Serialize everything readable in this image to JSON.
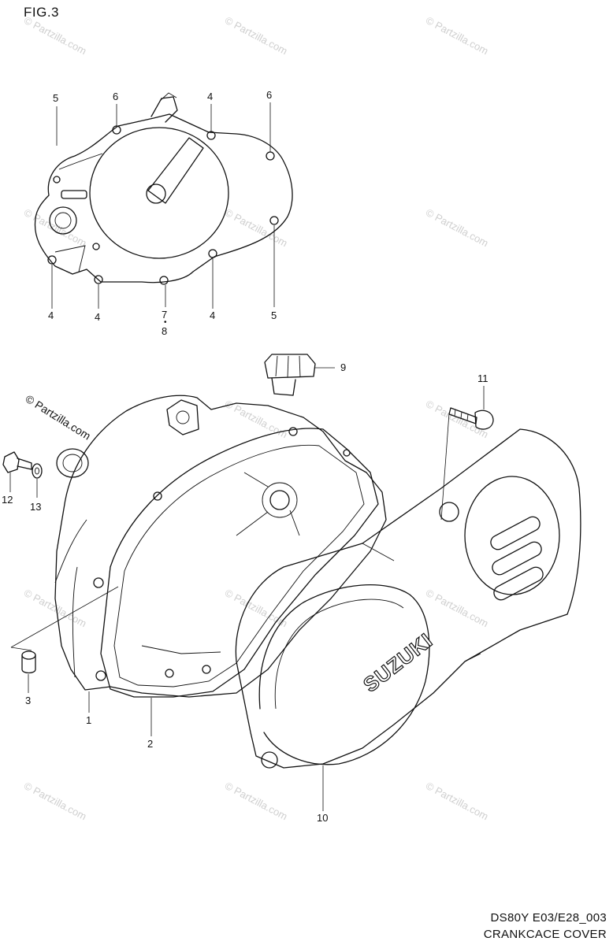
{
  "figure_label": "FIG.3",
  "footer": {
    "code": "DS80Y E03/E28_003",
    "title": "CRANKCACE COVER"
  },
  "watermark": {
    "text": "© Partzilla.com"
  },
  "emblem_text": "SUZUKI",
  "callouts": {
    "top": [
      "5",
      "6",
      "4",
      "6",
      "4",
      "4",
      "7",
      "8",
      "4",
      "5"
    ],
    "bottom": [
      "9",
      "11",
      "12",
      "13",
      "3",
      "1",
      "2",
      "10"
    ]
  }
}
